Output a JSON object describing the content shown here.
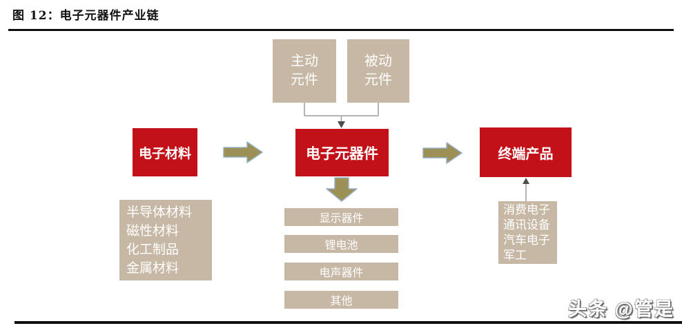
{
  "figure": {
    "title": "图 12：电子元器件产业链",
    "watermark": "头条 @管是"
  },
  "colors": {
    "brand_red": "#c3111a",
    "tan": "#c7b8a5",
    "arrow_fill": "#9c9054",
    "arrow_stroke": "#95b0cc",
    "rule_black": "#0f0f0f",
    "connector_gray": "#9a9a9a",
    "arrowhead_dark": "#4d4d4d"
  },
  "diagram": {
    "component_types": [
      {
        "label": "主动\n元件"
      },
      {
        "label": "被动\n元件"
      }
    ],
    "chain": [
      {
        "label": "电子材料"
      },
      {
        "label": "电子元器件"
      },
      {
        "label": "终端产品"
      }
    ],
    "materials_list": "半导体材料\n磁性材料\n化工制品\n金属材料",
    "subcomponents": [
      "显示器件",
      "锂电池",
      "电声器件",
      "其他"
    ],
    "end_markets_list": "消费电子\n通讯设备\n汽车电子\n军工"
  }
}
